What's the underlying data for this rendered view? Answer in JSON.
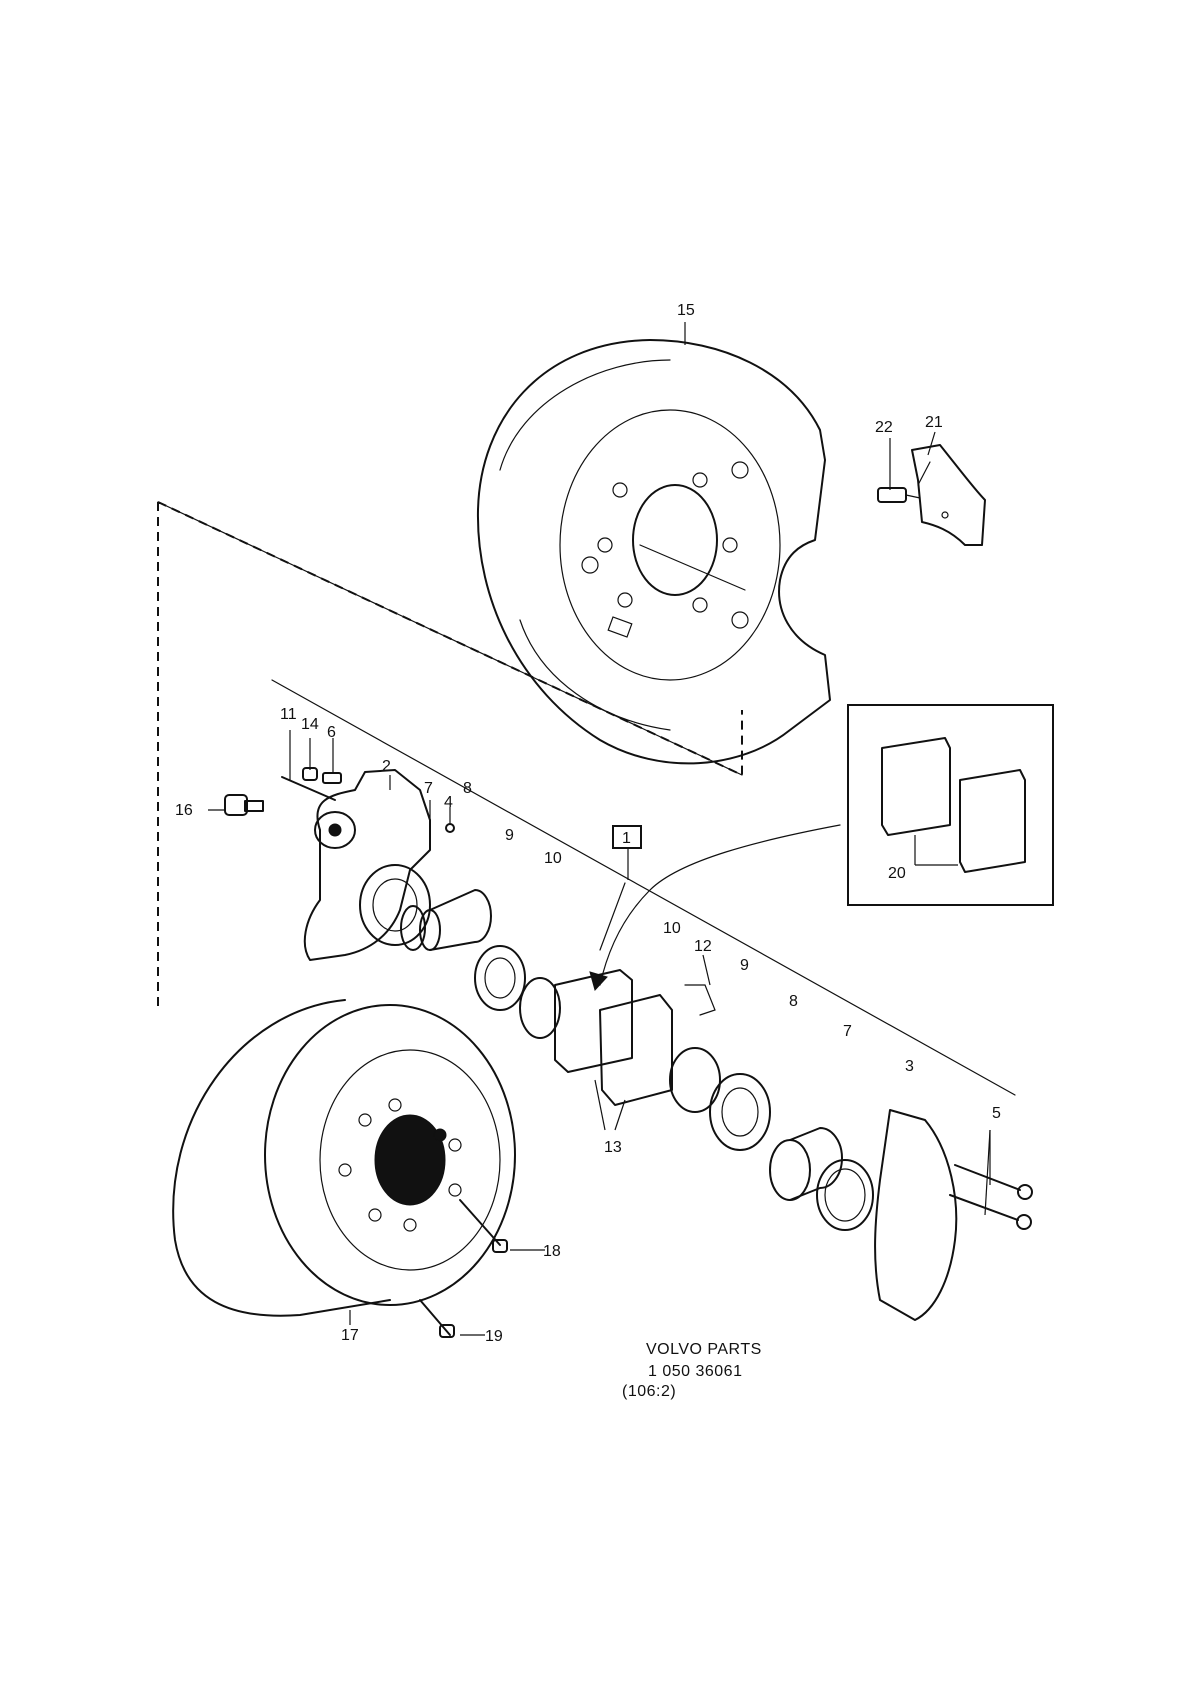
{
  "callouts": {
    "c1": "1",
    "c2": "2",
    "c3": "3",
    "c4": "4",
    "c5": "5",
    "c6": "6",
    "c7a": "7",
    "c7b": "7",
    "c8a": "8",
    "c8b": "8",
    "c9a": "9",
    "c9b": "9",
    "c10a": "10",
    "c10b": "10",
    "c11": "11",
    "c12": "12",
    "c13": "13",
    "c14": "14",
    "c15": "15",
    "c16": "16",
    "c17": "17",
    "c18": "18",
    "c19": "19",
    "c20": "20",
    "c21": "21",
    "c22": "22"
  },
  "caption": {
    "line1": "VOLVO  PARTS",
    "line2": "1 050   36061",
    "line3": "(106:2)"
  }
}
